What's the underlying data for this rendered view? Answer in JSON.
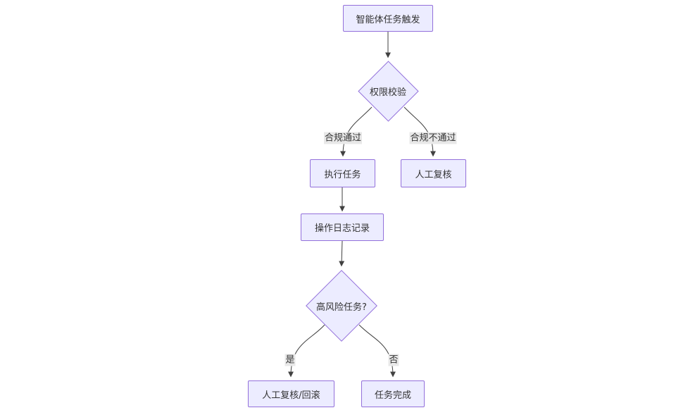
{
  "diagram": {
    "type": "flowchart",
    "direction": "top-down",
    "nodes": {
      "trigger": {
        "label": "智能体任务触发",
        "shape": "rect"
      },
      "auth_check": {
        "label": "权限校验",
        "shape": "diamond"
      },
      "execute": {
        "label": "执行任务",
        "shape": "rect"
      },
      "manual_review": {
        "label": "人工复核",
        "shape": "rect"
      },
      "op_log": {
        "label": "操作日志记录",
        "shape": "rect"
      },
      "high_risk": {
        "label": "高风险任务?",
        "shape": "diamond"
      },
      "review_rollback": {
        "label": "人工复核/回滚",
        "shape": "rect"
      },
      "task_done": {
        "label": "任务完成",
        "shape": "rect"
      }
    },
    "edges": [
      {
        "from": "trigger",
        "to": "auth_check",
        "label": ""
      },
      {
        "from": "auth_check",
        "to": "execute",
        "label": "合规通过"
      },
      {
        "from": "auth_check",
        "to": "manual_review",
        "label": "合规不通过"
      },
      {
        "from": "execute",
        "to": "op_log",
        "label": ""
      },
      {
        "from": "op_log",
        "to": "high_risk",
        "label": ""
      },
      {
        "from": "high_risk",
        "to": "review_rollback",
        "label": "是"
      },
      {
        "from": "high_risk",
        "to": "task_done",
        "label": "否"
      }
    ],
    "colors": {
      "background": "#ffffff",
      "node_fill": "#ECECFF",
      "node_border": "#9370DB",
      "edge_line": "#404040",
      "edge_label_bg": "#e8e8e8",
      "text": "#333333"
    }
  }
}
